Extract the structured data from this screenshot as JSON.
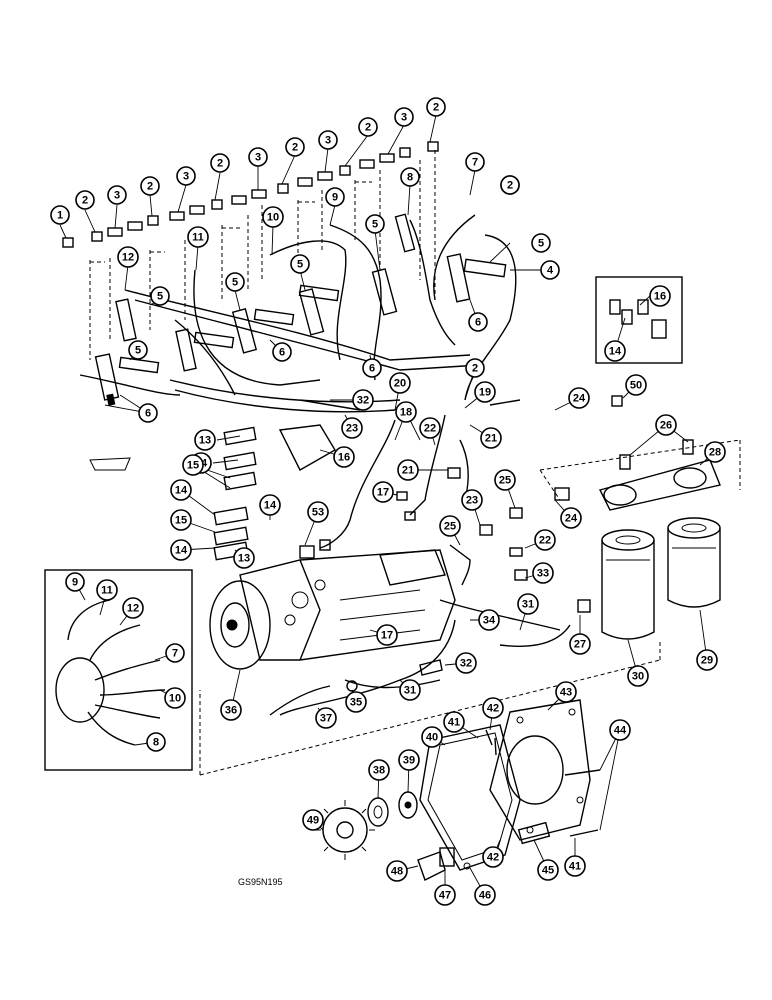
{
  "figure_code": "GS95N195",
  "callouts": [
    {
      "id": "c1",
      "label": "1"
    },
    {
      "id": "c2a",
      "label": "2"
    },
    {
      "id": "c3a",
      "label": "3"
    },
    {
      "id": "c2b",
      "label": "2"
    },
    {
      "id": "c3b",
      "label": "3"
    },
    {
      "id": "c2c",
      "label": "2"
    },
    {
      "id": "c3c",
      "label": "3"
    },
    {
      "id": "c2d",
      "label": "2"
    },
    {
      "id": "c3d",
      "label": "3"
    },
    {
      "id": "c2e",
      "label": "2"
    },
    {
      "id": "c3e",
      "label": "3"
    },
    {
      "id": "c2f",
      "label": "2"
    },
    {
      "id": "c2g",
      "label": "2"
    },
    {
      "id": "c7a",
      "label": "7"
    },
    {
      "id": "c8a",
      "label": "8"
    },
    {
      "id": "c2h",
      "label": "2"
    },
    {
      "id": "c9a",
      "label": "9"
    },
    {
      "id": "c10a",
      "label": "10"
    },
    {
      "id": "c11a",
      "label": "11"
    },
    {
      "id": "c12a",
      "label": "12"
    },
    {
      "id": "c5a",
      "label": "5"
    },
    {
      "id": "c5b",
      "label": "5"
    },
    {
      "id": "c5c",
      "label": "5"
    },
    {
      "id": "c5d",
      "label": "5"
    },
    {
      "id": "c5e",
      "label": "5"
    },
    {
      "id": "c5f",
      "label": "5"
    },
    {
      "id": "c4",
      "label": "4"
    },
    {
      "id": "c16a",
      "label": "16"
    },
    {
      "id": "c14a",
      "label": "14"
    },
    {
      "id": "c6a",
      "label": "6"
    },
    {
      "id": "c6b",
      "label": "6"
    },
    {
      "id": "c6c",
      "label": "6"
    },
    {
      "id": "c6d",
      "label": "6"
    },
    {
      "id": "c2i",
      "label": "2"
    },
    {
      "id": "c19",
      "label": "19"
    },
    {
      "id": "c20",
      "label": "20"
    },
    {
      "id": "c32a",
      "label": "32"
    },
    {
      "id": "c23a",
      "label": "23"
    },
    {
      "id": "c18",
      "label": "18"
    },
    {
      "id": "c22a",
      "label": "22"
    },
    {
      "id": "c21a",
      "label": "21"
    },
    {
      "id": "c24a",
      "label": "24"
    },
    {
      "id": "c50",
      "label": "50"
    },
    {
      "id": "c26",
      "label": "26"
    },
    {
      "id": "c28",
      "label": "28"
    },
    {
      "id": "c13a",
      "label": "13"
    },
    {
      "id": "c14b",
      "label": "14"
    },
    {
      "id": "c16b",
      "label": "16"
    },
    {
      "id": "c15a",
      "label": "15"
    },
    {
      "id": "c21b",
      "label": "21"
    },
    {
      "id": "c17a",
      "label": "17"
    },
    {
      "id": "c23b",
      "label": "23"
    },
    {
      "id": "c25a",
      "label": "25"
    },
    {
      "id": "c24b",
      "label": "24"
    },
    {
      "id": "c14c",
      "label": "14"
    },
    {
      "id": "c14d",
      "label": "14"
    },
    {
      "id": "c15b",
      "label": "15"
    },
    {
      "id": "c53",
      "label": "53"
    },
    {
      "id": "c25b",
      "label": "25"
    },
    {
      "id": "c22b",
      "label": "22"
    },
    {
      "id": "c14e",
      "label": "14"
    },
    {
      "id": "c13b",
      "label": "13"
    },
    {
      "id": "c33",
      "label": "33"
    },
    {
      "id": "c9b",
      "label": "9"
    },
    {
      "id": "c11b",
      "label": "11"
    },
    {
      "id": "c12b",
      "label": "12"
    },
    {
      "id": "c7b",
      "label": "7"
    },
    {
      "id": "c10b",
      "label": "10"
    },
    {
      "id": "c8b",
      "label": "8"
    },
    {
      "id": "c31a",
      "label": "31"
    },
    {
      "id": "c34",
      "label": "34"
    },
    {
      "id": "c17b",
      "label": "17"
    },
    {
      "id": "c27",
      "label": "27"
    },
    {
      "id": "c32b",
      "label": "32"
    },
    {
      "id": "c30",
      "label": "30"
    },
    {
      "id": "c29",
      "label": "29"
    },
    {
      "id": "c31b",
      "label": "31"
    },
    {
      "id": "c36",
      "label": "36"
    },
    {
      "id": "c37",
      "label": "37"
    },
    {
      "id": "c35",
      "label": "35"
    },
    {
      "id": "c43",
      "label": "43"
    },
    {
      "id": "c42a",
      "label": "42"
    },
    {
      "id": "c41a",
      "label": "41"
    },
    {
      "id": "c40",
      "label": "40"
    },
    {
      "id": "c44",
      "label": "44"
    },
    {
      "id": "c38",
      "label": "38"
    },
    {
      "id": "c39",
      "label": "39"
    },
    {
      "id": "c49",
      "label": "49"
    },
    {
      "id": "c42b",
      "label": "42"
    },
    {
      "id": "c41b",
      "label": "41"
    },
    {
      "id": "c45",
      "label": "45"
    },
    {
      "id": "c48",
      "label": "48"
    },
    {
      "id": "c47",
      "label": "47"
    },
    {
      "id": "c46",
      "label": "46"
    }
  ]
}
